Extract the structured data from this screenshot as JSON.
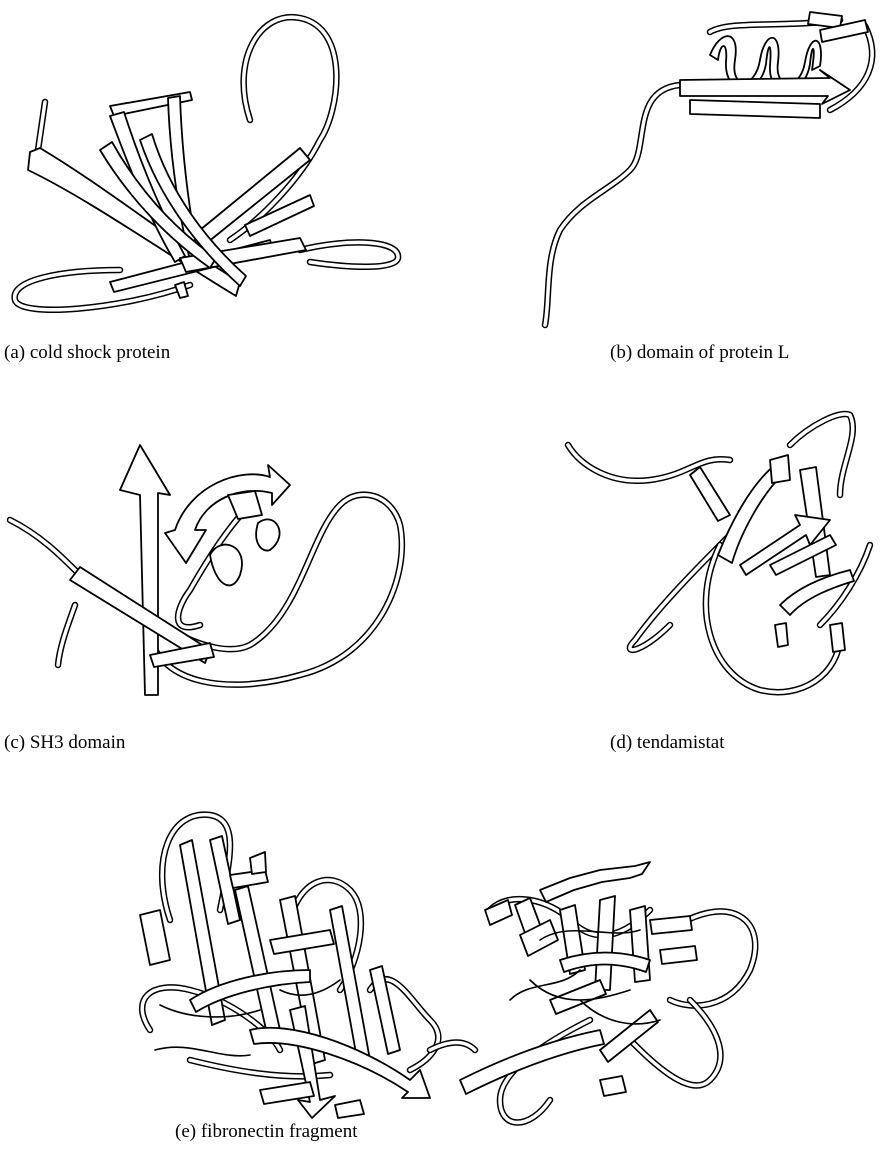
{
  "figure": {
    "panels": [
      {
        "id": "a",
        "caption": "(a) cold shock protein",
        "structure_icon": "cold-shock-protein-ribbon"
      },
      {
        "id": "b",
        "caption": "(b) domain of protein L",
        "structure_icon": "protein-l-domain-ribbon"
      },
      {
        "id": "c",
        "caption": "(c) SH3 domain",
        "structure_icon": "sh3-domain-ribbon"
      },
      {
        "id": "d",
        "caption": "(d) tendamistat",
        "structure_icon": "tendamistat-ribbon"
      },
      {
        "id": "e",
        "caption": "(e) fibronectin fragment",
        "structure_icon": "fibronectin-fragment-ribbon"
      }
    ]
  },
  "colors": {
    "line": "#000000",
    "fill": "#ffffff",
    "background": "#ffffff"
  }
}
